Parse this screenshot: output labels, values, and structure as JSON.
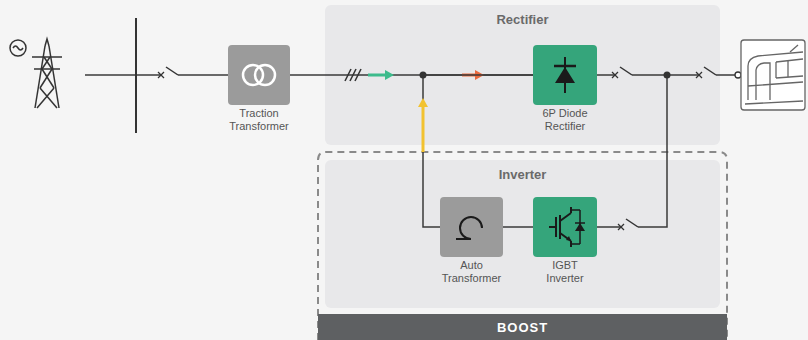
{
  "diagram": {
    "nodes": [
      {
        "text": [
          "Traction Transformer"
        ]
      },
      {
        "text": [
          "Rectifier"
        ]
      },
      {
        "text": [
          "6P Diode Rectifier"
        ],
        "in": 1
      },
      {
        "text": [
          "BOOST"
        ]
      },
      {
        "text": [
          "Inverter"
        ],
        "in": 3
      },
      {
        "text": [
          "Auto Transformer"
        ],
        "in": 4
      },
      {
        "text": [
          "IGBT Inverter"
        ],
        "in": 4
      }
    ],
    "edges": [
      {
        "from": 0,
        "to": 2,
        "arrow": "to"
      },
      {
        "from": 5,
        "to": 2,
        "arrow": "to"
      },
      {
        "from": 6,
        "to": 5,
        "arrow": "none"
      },
      {
        "from": 2,
        "to": 6,
        "arrow": "none"
      }
    ]
  }
}
